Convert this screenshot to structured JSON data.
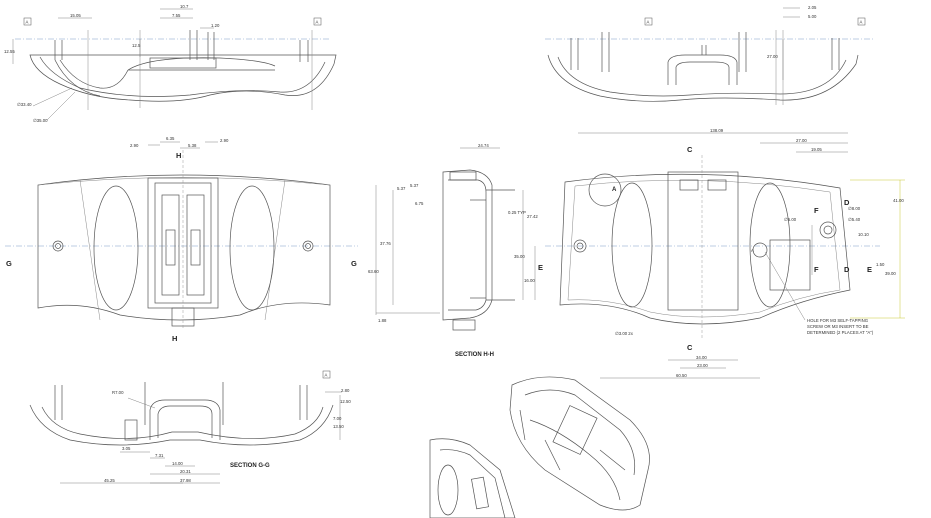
{
  "title_labels": {
    "section_hh": "SECTION H-H",
    "section_gg": "SECTION G-G"
  },
  "note": {
    "line1": "HOLE FOR M3 SELF-TAPPING",
    "line2": "SCREW OR M3 INSERT TO BE",
    "line3": "DETERMINED (2 PLACES AT \"A\")"
  },
  "datum_marker": "A",
  "section_letters": {
    "h_top": "H",
    "h_bottom": "H",
    "g_left": "G",
    "g_right": "G",
    "c_top": "C",
    "c_bottom": "C",
    "d_top": "D",
    "d_bottom": "D",
    "e_left": "E",
    "e_right": "E",
    "f_top": "F",
    "f_bottom": "F",
    "a_detail": "A",
    "a_hole": "A"
  },
  "dims": {
    "top_left": [
      "15.05",
      "10.7",
      "7.55",
      "1.20",
      "12.55",
      "12.5",
      "∅33.40",
      "∅35.00"
    ],
    "top_right": [
      "2.05",
      "5.00",
      "27.00"
    ],
    "front_left": [
      "2.90",
      "6.35",
      "5.38",
      "2.90"
    ],
    "hh": [
      "24.74",
      "5.37",
      "5.37",
      "6.75",
      "0.25 TYP",
      "27.42",
      "37.76",
      "63.60",
      "1.88"
    ],
    "front_right": [
      "138.09",
      "27.00",
      "19.05",
      "∅6.00",
      "∅8.00",
      "∅5.40",
      "10.10",
      "39.00",
      "16.00",
      "1.50",
      "35.00",
      "∅3.00 2x",
      "34.00",
      "23.00",
      "60.50",
      "41.00"
    ],
    "gg": [
      "R7.00",
      "2.80",
      "12.50",
      "7.00",
      "13.50",
      "3.05",
      "7.31",
      "14.00",
      "20.31",
      "45.25",
      "37.98"
    ]
  }
}
